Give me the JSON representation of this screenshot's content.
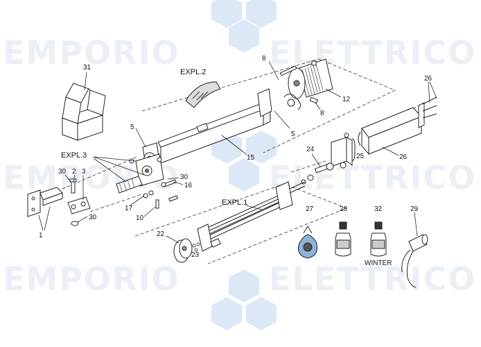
{
  "watermark": {
    "brand_left": "EMPORIO",
    "brand_right": "ELETTRICO",
    "color": "#e9eef6",
    "hex_color": "#d9e6f5"
  },
  "labels": {
    "l31": "31",
    "l8_top": "8",
    "l12": "12",
    "l26_top": "26",
    "l5_left": "5",
    "expl2": "EXPL.2",
    "l5_right": "5",
    "l8_mid": "8",
    "l15": "15",
    "expl3": "EXPL.3",
    "l30_left": "30",
    "l2": "2",
    "l3": "3",
    "l30_mid": "30",
    "l16": "16",
    "l24": "24",
    "l25": "25",
    "l26_right": "26",
    "l17": "17",
    "l10": "10",
    "l30_low": "30",
    "l1": "1",
    "expl1": "EXPL.1",
    "l27": "27",
    "l28": "28",
    "l32": "32",
    "l29": "29",
    "l22": "22",
    "l23": "23",
    "winter": "WINTER"
  }
}
